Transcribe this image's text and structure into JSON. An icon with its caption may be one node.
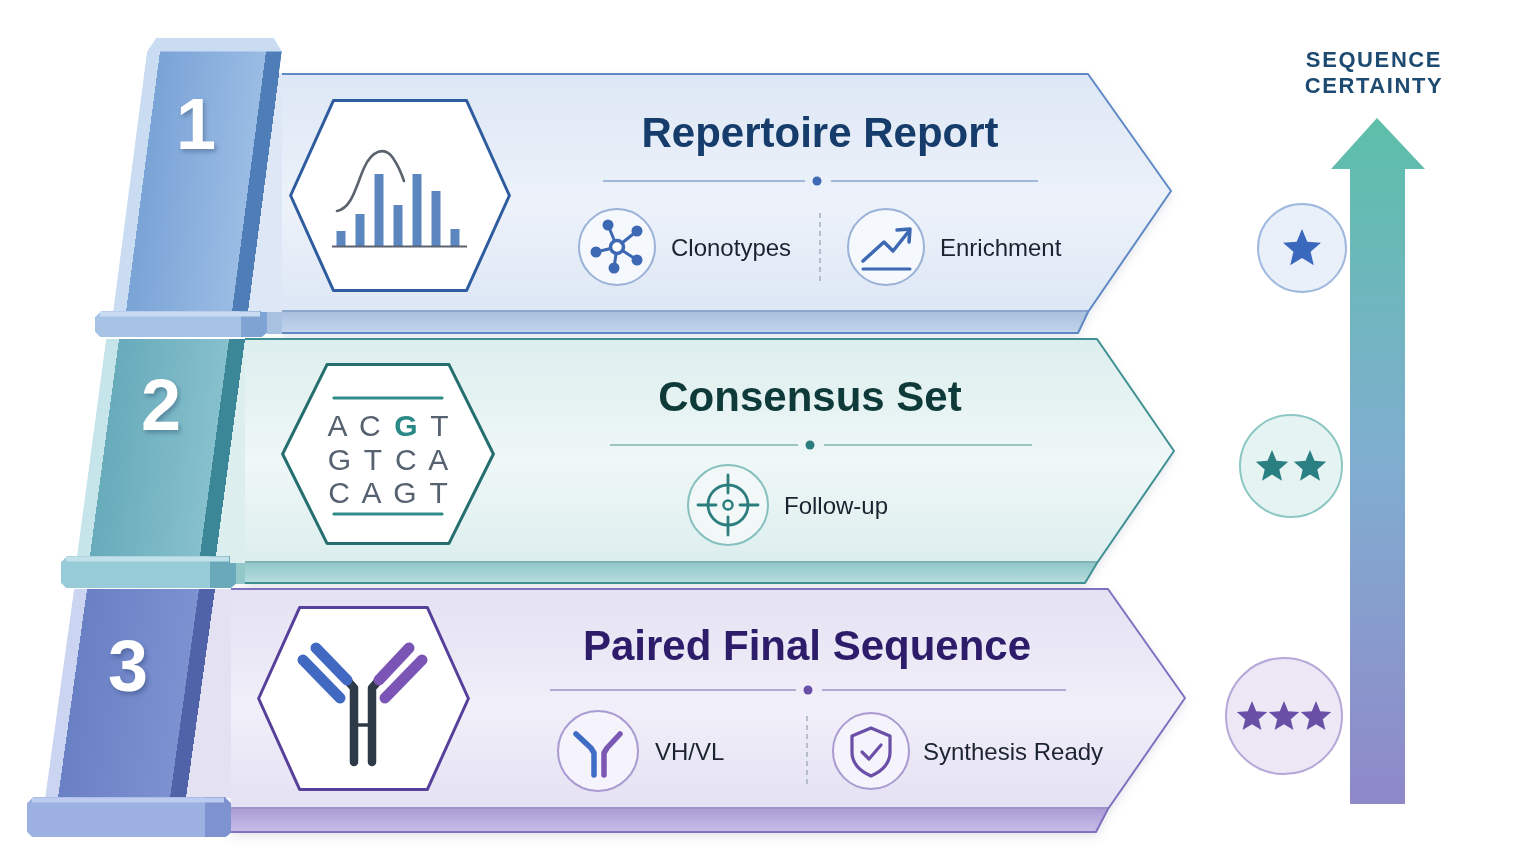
{
  "diagram": {
    "nodes": [
      {
        "text": [
          "1"
        ]
      },
      {
        "text": [
          "Repertoire Report",
          "Clonotypes",
          "Enrichment"
        ]
      },
      {
        "text": [],
        "shape": "hexagon",
        "in": 1
      },
      {
        "text": [
          "2"
        ]
      },
      {
        "text": [
          "Consensus Set",
          "Follow-up"
        ]
      },
      {
        "text": [
          "A C G T G T C A C A G T"
        ],
        "in": 4
      },
      {
        "text": [
          "3"
        ]
      },
      {
        "text": [
          "Paired Final Sequence",
          "VH/VL",
          "Synthesis Ready"
        ]
      },
      {
        "text": [],
        "shape": "hexagon",
        "in": 7
      }
    ],
    "labels": [
      "SEQUENCE CERTAINTY"
    ]
  }
}
